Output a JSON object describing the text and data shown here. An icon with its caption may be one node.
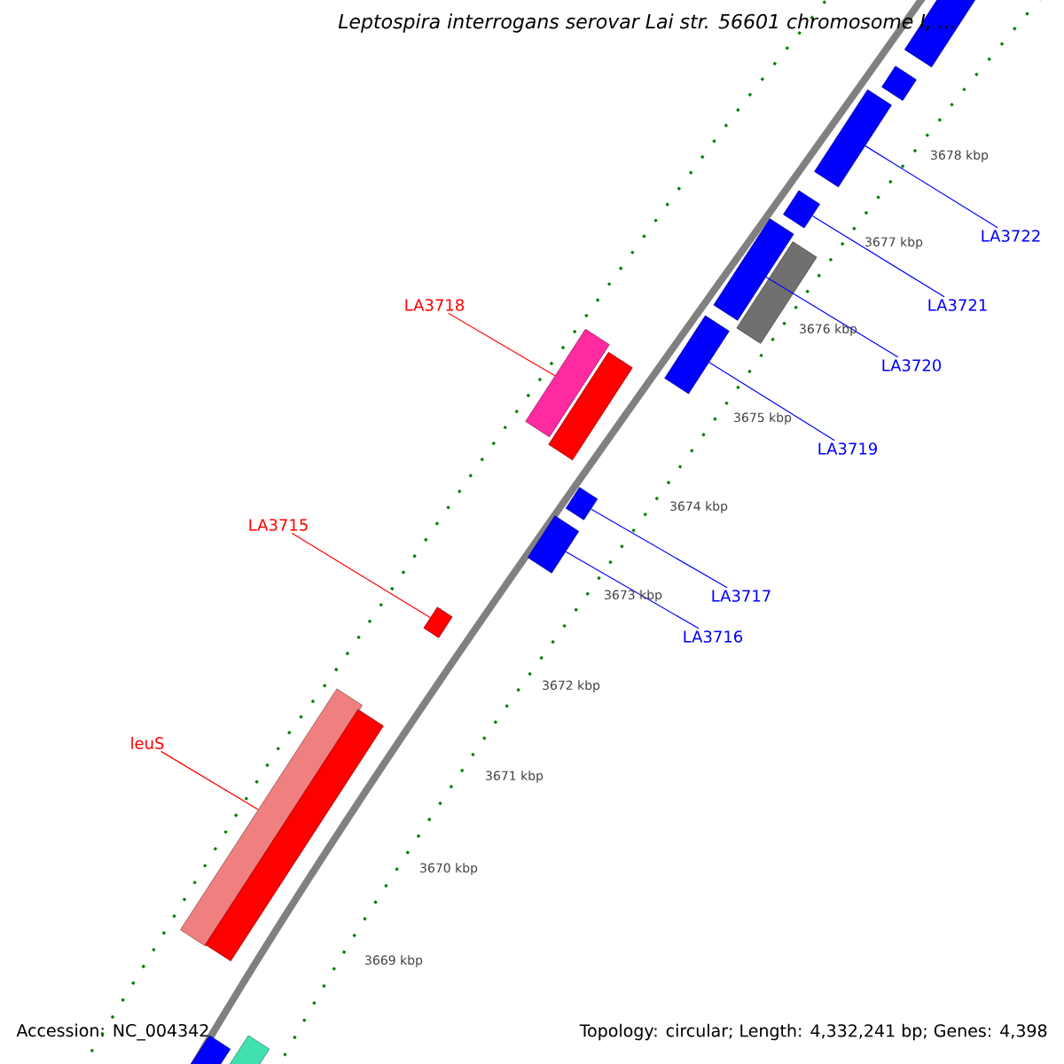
{
  "diagram": {
    "title": "Leptospira interrogans serovar Lai str. 56601 chromosome I, ...",
    "nodes": [
      {
        "text": [
          "LA3718"
        ]
      },
      {
        "text": [
          "LA3715"
        ]
      },
      {
        "text": [
          "leuS"
        ]
      },
      {
        "text": [
          "LA3716"
        ]
      },
      {
        "text": [
          "LA3717"
        ]
      },
      {
        "text": [
          "LA3719"
        ]
      },
      {
        "text": [
          "LA3720"
        ]
      },
      {
        "text": [
          "LA3721"
        ]
      },
      {
        "text": [
          "LA3722"
        ]
      },
      {
        "text": [],
        "shape": "bar"
      },
      {
        "text": [],
        "shape": "bar"
      },
      {
        "text": [],
        "shape": "bar"
      },
      {
        "text": [],
        "shape": "bar"
      },
      {
        "text": [],
        "shape": "bar"
      },
      {
        "text": [],
        "shape": "bar"
      },
      {
        "text": [],
        "shape": "bar"
      },
      {
        "text": [],
        "shape": "bar"
      },
      {
        "text": [],
        "shape": "bar"
      },
      {
        "text": [],
        "shape": "bar"
      },
      {
        "text": [],
        "shape": "bar"
      },
      {
        "text": [],
        "shape": "bar"
      },
      {
        "text": [],
        "shape": "bar"
      },
      {
        "text": [],
        "shape": "bar"
      },
      {
        "text": [],
        "shape": "bar"
      },
      {
        "text": [],
        "shape": "bar"
      }
    ],
    "edges": [
      {
        "from": 0,
        "to": 16,
        "arrow": "none",
        "color": "#ff0000"
      },
      {
        "from": 1,
        "to": 20,
        "arrow": "none",
        "color": "#ff0000"
      },
      {
        "from": 2,
        "to": 21,
        "arrow": "none",
        "color": "#ff0000"
      },
      {
        "from": 3,
        "to": 19,
        "arrow": "none"
      },
      {
        "from": 4,
        "to": 18,
        "arrow": "none"
      },
      {
        "from": 5,
        "to": 15,
        "arrow": "none"
      },
      {
        "from": 6,
        "to": 13,
        "arrow": "none"
      },
      {
        "from": 7,
        "to": 12,
        "arrow": "none"
      },
      {
        "from": 8,
        "to": 11,
        "arrow": "none"
      }
    ],
    "labels": [
      "3678 kbp",
      "3677 kbp",
      "3676 kbp",
      "3675 kbp",
      "3674 kbp",
      "3673 kbp",
      "3672 kbp",
      "3671 kbp",
      "3670 kbp",
      "3669 kbp",
      "Accession: NC_004342",
      "Topology: circular; Length: 4,332,241 bp; Genes: 4,398"
    ]
  }
}
